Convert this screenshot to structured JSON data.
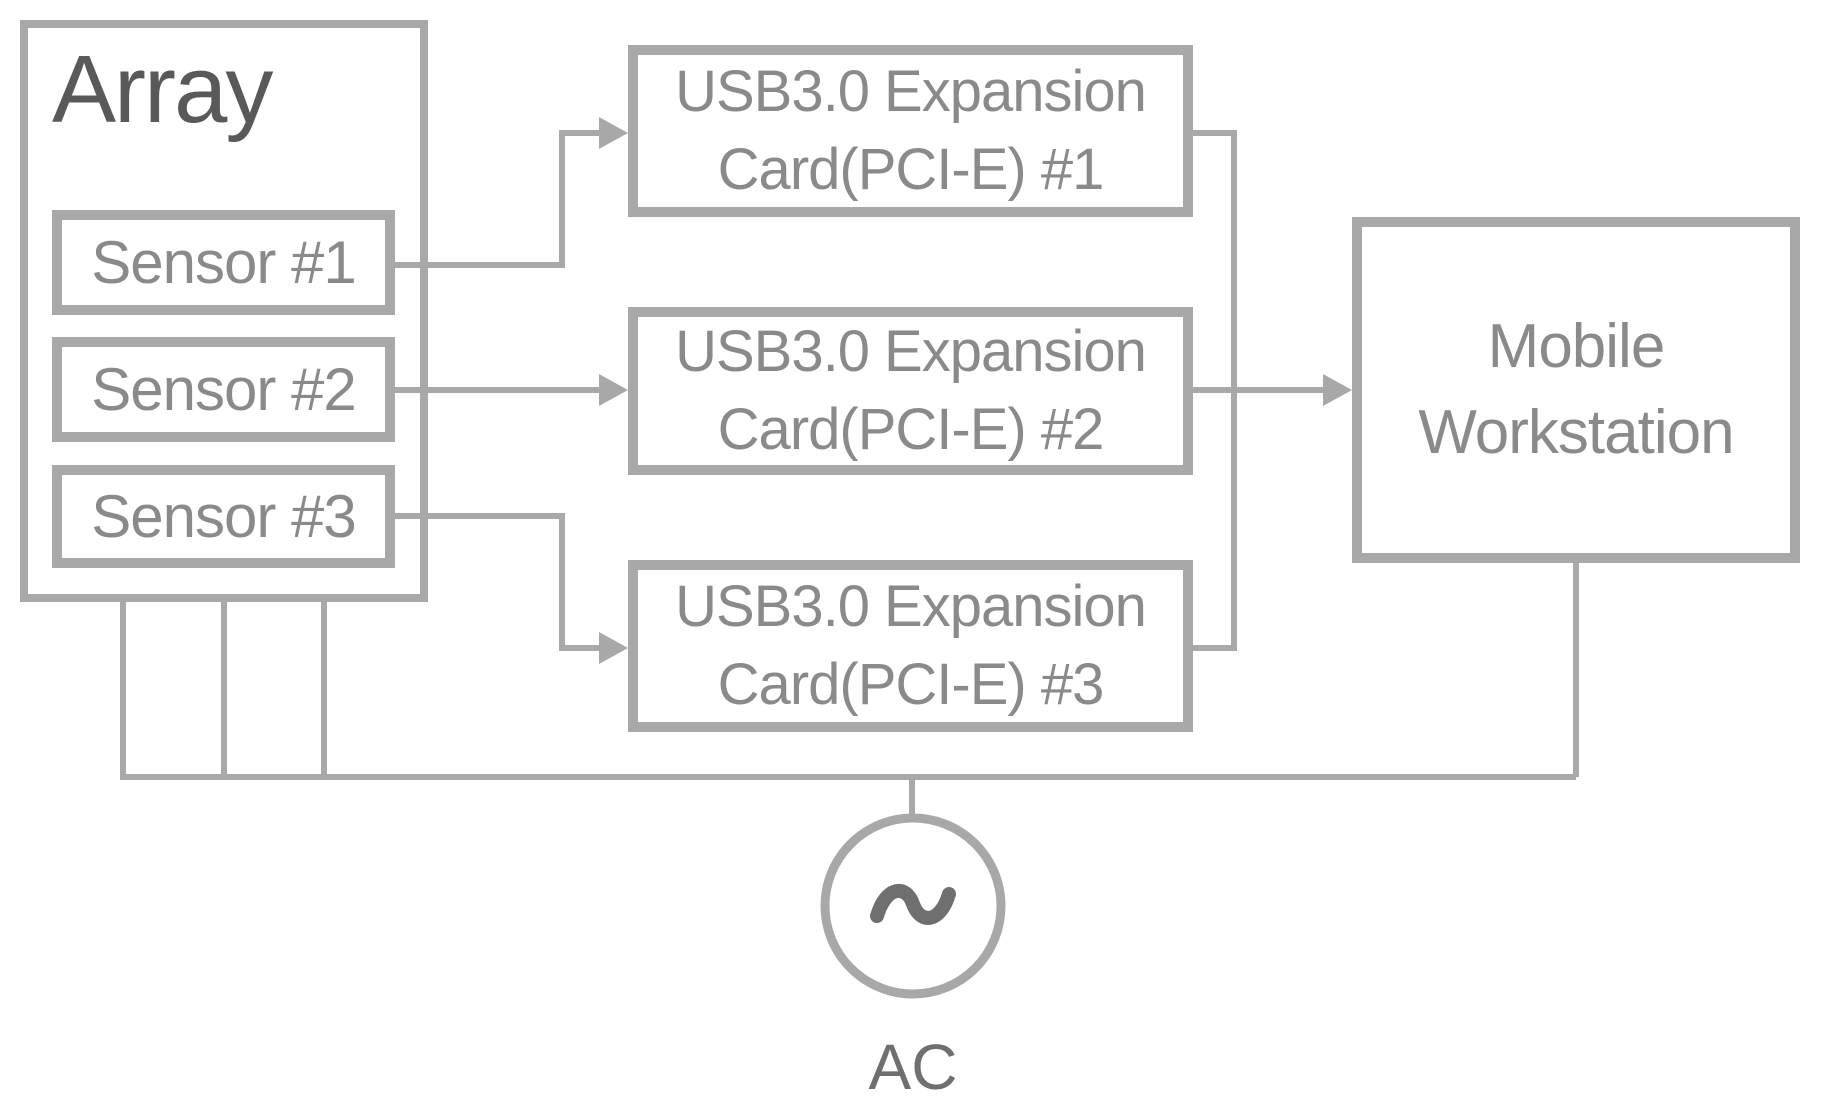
{
  "diagram": {
    "array": {
      "title": "Array",
      "sensors": [
        "Sensor #1",
        "Sensor #2",
        "Sensor #3"
      ]
    },
    "usb_cards": [
      {
        "line1": "USB3.0 Expansion",
        "line2": "Card(PCI-E) #1"
      },
      {
        "line1": "USB3.0 Expansion",
        "line2": "Card(PCI-E) #2"
      },
      {
        "line1": "USB3.0 Expansion",
        "line2": "Card(PCI-E) #3"
      }
    ],
    "workstation": {
      "line1": "Mobile",
      "line2": "Workstation"
    },
    "ac_source": {
      "label": "AC"
    },
    "connections": [
      "Sensor #1 -> USB3.0 Expansion Card(PCI-E) #1",
      "Sensor #2 -> USB3.0 Expansion Card(PCI-E) #2",
      "Sensor #3 -> USB3.0 Expansion Card(PCI-E) #3",
      "USB3.0 Expansion Cards #1, #2, #3 -> Mobile Workstation",
      "AC source -> power bus -> Array and Mobile Workstation"
    ],
    "colors": {
      "box_border": "#a8a8a8",
      "connector": "#a8a8a8",
      "box_text": "#8a8a8a",
      "array_title": "#595959",
      "ac_symbol": "#6f6f6f"
    }
  }
}
